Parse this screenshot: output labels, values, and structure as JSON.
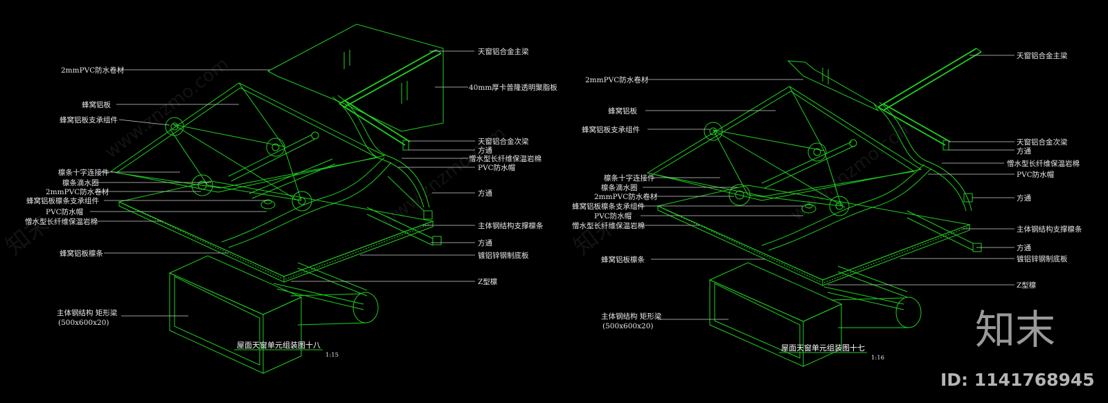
{
  "drawings": [
    {
      "title": "屋面天窗单元组装图十八",
      "scale": "1:15",
      "labels": {
        "aluminum_main_beam": "天窗铝合金主梁",
        "pvc_membrane_top": "2mmPVC防水卷材",
        "polycarbonate_panel": "40mm厚卡普隆透明聚脂板",
        "honeycomb_panel": "蜂窝铝板",
        "honeycomb_support": "蜂窝铝板支承组件",
        "aluminum_secondary_beam": "天窗铝合金次梁",
        "square_tube_1": "方通",
        "rock_wool_right": "憎水型长纤维保温岩棉",
        "pvc_cap_right": "PVC防水帽",
        "purlin_cross": "檩条十字连接件",
        "purlin_drip": "檩条滴水圈",
        "pvc_membrane_mid": "2mmPVC防水卷材",
        "honeycomb_purlin_support": "蜂窝铝板檩条支承组件",
        "pvc_cap_left": "PVC防水帽",
        "rock_wool_left": "憎水型长纤维保温岩棉",
        "square_tube_2": "方通",
        "steel_purlin": "主体钢结构支撑檩条",
        "honeycomb_purlin": "蜂窝铝板檩条",
        "square_tube_3": "方通",
        "base_plate": "镀铝锌钢制底板",
        "z_purlin": "Z型檩",
        "rect_beam": "主体钢结构 矩形梁",
        "rect_beam_size": "(500x600x20)"
      }
    },
    {
      "title": "屋面天窗单元组装图十七",
      "scale": "1:16",
      "labels": {
        "aluminum_main_beam": "天窗铝合金主梁",
        "pvc_membrane_top": "2mmPVC防水卷材",
        "honeycomb_panel": "蜂窝铝板",
        "honeycomb_support": "蜂窝铝板支承组件",
        "aluminum_secondary_beam": "天窗铝合金次梁",
        "square_tube_1": "方通",
        "rock_wool_right": "憎水型长纤维保温岩棉",
        "pvc_cap_right": "PVC防水帽",
        "purlin_cross": "檩条十字连接件",
        "purlin_drip": "檩条滴水圈",
        "pvc_membrane_mid": "2mmPVC防水卷材",
        "honeycomb_purlin_support": "蜂窝铝板檩条支承组件",
        "pvc_cap_left": "PVC防水帽",
        "rock_wool_left": "憎水型长纤维保温岩棉",
        "square_tube_2": "方通",
        "steel_purlin": "主体钢结构支撑檩条",
        "honeycomb_purlin": "蜂窝铝板檩条",
        "square_tube_3": "方通",
        "base_plate": "镀铝锌钢制底板",
        "z_purlin": "Z型檩",
        "rect_beam": "主体钢结构 矩形梁",
        "rect_beam_size": "(500x600x20)"
      }
    }
  ],
  "watermark": {
    "site": "www.znzmo.com",
    "brand": "知末",
    "id": "ID: 1141768945"
  },
  "colors": {
    "background": "#000000",
    "linework": "#1fd21f",
    "text": "#e6e6e6"
  }
}
